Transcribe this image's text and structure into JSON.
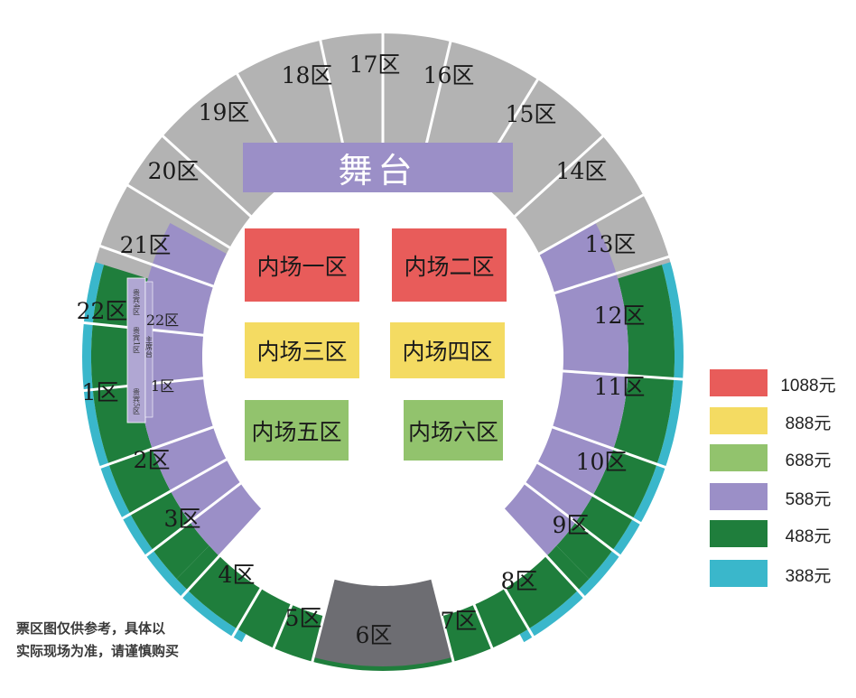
{
  "colors": {
    "gray": "#b3b3b3",
    "dark_gray": "#6d6d72",
    "purple": "#9b8fc7",
    "green": "#1f7e3c",
    "cyan": "#3ab7cb",
    "red": "#e85c5a",
    "yellow": "#f4db62",
    "light_green": "#92c36d"
  },
  "stage": {
    "label": "舞台"
  },
  "inner_sections": [
    {
      "label": "内场一区",
      "color": "#e85c5a"
    },
    {
      "label": "内场二区",
      "color": "#e85c5a"
    },
    {
      "label": "内场三区",
      "color": "#f4db62"
    },
    {
      "label": "内场四区",
      "color": "#f4db62"
    },
    {
      "label": "内场五区",
      "color": "#92c36d"
    },
    {
      "label": "内场六区",
      "color": "#92c36d"
    }
  ],
  "zones": {
    "z1": "1区",
    "z2": "2区",
    "z3": "3区",
    "z4": "4区",
    "z5": "5区",
    "z6": "6区",
    "z7": "7区",
    "z8": "8区",
    "z9": "9区",
    "z10": "10区",
    "z11": "11区",
    "z12": "12区",
    "z13": "13区",
    "z14": "14区",
    "z15": "15区",
    "z16": "16区",
    "z17": "17区",
    "z18": "18区",
    "z19": "19区",
    "z20": "20区",
    "z21": "21区",
    "z22": "22区"
  },
  "vip_labels": {
    "vip4": "贵宾4区",
    "vip5": "贵宾5区",
    "vip1": "贵宾1区",
    "main_seat": "主席台"
  },
  "legend": [
    {
      "price": "1088元",
      "color": "#e85c5a"
    },
    {
      "price": "888元",
      "color": "#f4db62"
    },
    {
      "price": "688元",
      "color": "#92c36d"
    },
    {
      "price": "588元",
      "color": "#9b8fc7"
    },
    {
      "price": "488元",
      "color": "#1f7e3c"
    },
    {
      "price": "388元",
      "color": "#3ab7cb"
    }
  ],
  "note": {
    "line1": "票区图仅供参考，具体以",
    "line2": "实际现场为准，请谨慎购买"
  }
}
